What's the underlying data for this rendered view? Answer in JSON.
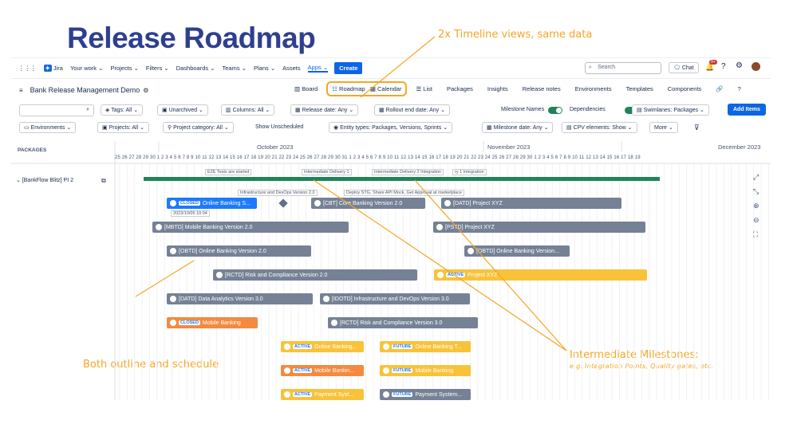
{
  "slide": {
    "title": "Release Roadmap",
    "anno_top": "2x Timeline views, same data",
    "anno_both": "Both outline and schedule",
    "anno_mil": "Intermediate Milestones:",
    "anno_mil_sub": "e.g. Integration Points, Quality gates, etc."
  },
  "nav": {
    "product": "Jira",
    "items": [
      "Your work ⌄",
      "Projects ⌄",
      "Filters ⌄",
      "Dashboards ⌄",
      "Teams ⌄",
      "Plans ⌄",
      "Assets",
      "Apps ⌄"
    ],
    "create": "Create",
    "search_placeholder": "Search",
    "chat": "Chat",
    "badge": "9+"
  },
  "header": {
    "project": "Bank Release Management Demo",
    "tabs": [
      "Board",
      "Roadmap",
      "Calendar",
      "List",
      "Packages",
      "Insights",
      "Release notes",
      "Environments",
      "Templates",
      "Components"
    ]
  },
  "filters": {
    "tags": "Tags: All ⌄",
    "unarchived": "Unarchived ⌄",
    "columns": "Columns: All ⌄",
    "release_date": "Release date: Any ⌄",
    "rollout_end": "Rollout end date: Any ⌄",
    "milestone_names": "Milestone Names",
    "dependencies": "Dependencies",
    "swimlanes": "Swimlanes: Packages ⌄",
    "add_items": "Add Items",
    "environments": "Environments ⌄",
    "projects": "Projects: All ⌄",
    "project_category": "Project category: All ⌄",
    "show_unscheduled": "Show Unscheduled",
    "entity_types": "Entity types: Packages, Versions, Sprints ⌄",
    "milestone_date": "Milestone date: Any ⌄",
    "cpv": "CPV elements: Show ⌄",
    "more": "More ⌄"
  },
  "timeline": {
    "packages_header": "PACKAGES",
    "months": [
      "October 2023",
      "November 2023",
      "December 2023"
    ],
    "days": "25 26 27 28 29 30  1  2  3  4  5  6  7  8  9 10 11 12 13 14 15 16 17 18 19 20 21 22 23 24 25 26 27 28 29 30 31  1  2  3  4  5  6  7  8  9 10 11 12 13 14 15 16 17 18 19 20 21 22 23 24 25 26 27 28 29 30  1  2  3  4  5  6  7  8  9 10 11 12 13 14 15 16 17 18 19",
    "group": "⌄ [BankFlow Blitz] PI 2",
    "milestones": [
      "E2E Tests are started",
      "Intermediate Delivery 1",
      "Intermediate Delivery 2 Integration",
      "ry 1 Integration",
      "Infrastructure and DevOps Version 2.0",
      "Deploy STG, Share API Mock, Get Approval at marketplace",
      "2023/10/05 10:04"
    ],
    "bars": [
      {
        "label": "Online Banking S...",
        "status": "CLOSED",
        "color": "blue"
      },
      {
        "label": "[CBT] Core Banking Version 2.0",
        "color": "gray"
      },
      {
        "label": "[DATD] Project XYZ",
        "color": "gray"
      },
      {
        "label": "[MBTD] Mobile Banking Version 2.0",
        "color": "gray"
      },
      {
        "label": "[PSTD] Project XYZ",
        "color": "gray"
      },
      {
        "label": "[OBTD] Online Banking Version 2.0",
        "color": "gray"
      },
      {
        "label": "[OBTD] Online Banking Version...",
        "color": "gray"
      },
      {
        "label": "[RCTD] Risk and Compliance Version 2.0",
        "color": "gray"
      },
      {
        "label": "Project XYZ",
        "status": "ACTIVE",
        "color": "yellow"
      },
      {
        "label": "[DATD] Data Analytics Version 3.0",
        "color": "gray"
      },
      {
        "label": "[IDOTD] Infrastructure and DevOps Version 3.0",
        "color": "gray"
      },
      {
        "label": "Mobile Banking",
        "status": "CLOSED",
        "color": "orange"
      },
      {
        "label": "[RCTD] Risk and Compliance Version 3.0",
        "color": "gray"
      },
      {
        "label": "Online Banking...",
        "status": "ACTIVE",
        "color": "yellow"
      },
      {
        "label": "Online Banking T...",
        "status": "FUTURE",
        "color": "yellow"
      },
      {
        "label": "Mobile Bankin...",
        "status": "ACTIVE",
        "color": "orange"
      },
      {
        "label": "Mobile Banking",
        "status": "FUTURE",
        "color": "yellow"
      },
      {
        "label": "Payment Syst...",
        "status": "ACTIVE",
        "color": "yellow"
      },
      {
        "label": "Payment System...",
        "status": "FUTURE",
        "color": "gray"
      }
    ]
  }
}
